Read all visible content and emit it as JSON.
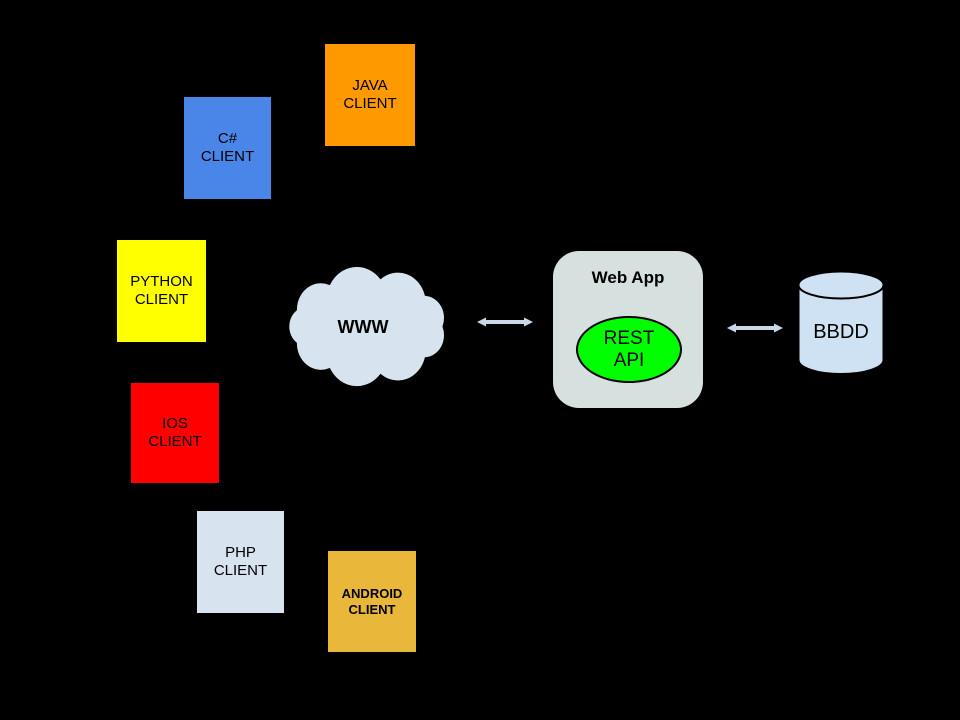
{
  "diagram": {
    "background": "#000000",
    "outline_color": "#000000",
    "clients": [
      {
        "id": "java",
        "label": "JAVA\nCLIENT",
        "color": "#FF9900"
      },
      {
        "id": "csharp",
        "label": "C#\nCLIENT",
        "color": "#4A86E8"
      },
      {
        "id": "python",
        "label": "PYTHON\nCLIENT",
        "color": "#FFFF00"
      },
      {
        "id": "ios",
        "label": "IOS\nCLIENT",
        "color": "#FF0000"
      },
      {
        "id": "php",
        "label": "PHP\nCLIENT",
        "color": "#D8E3F0"
      },
      {
        "id": "android",
        "label": "ANDROID\nCLIENT",
        "color": "#E9B83B"
      }
    ],
    "internet": {
      "label": "WWW",
      "color": "#D8E3F0"
    },
    "web_app": {
      "title": "Web App",
      "color": "#D6E0DF",
      "api": {
        "label": "REST\nAPI",
        "color": "#00FF00"
      }
    },
    "database": {
      "label": "BBDD",
      "color": "#CFE2F3"
    },
    "arrows": {
      "color": "#C9D8E9"
    }
  }
}
